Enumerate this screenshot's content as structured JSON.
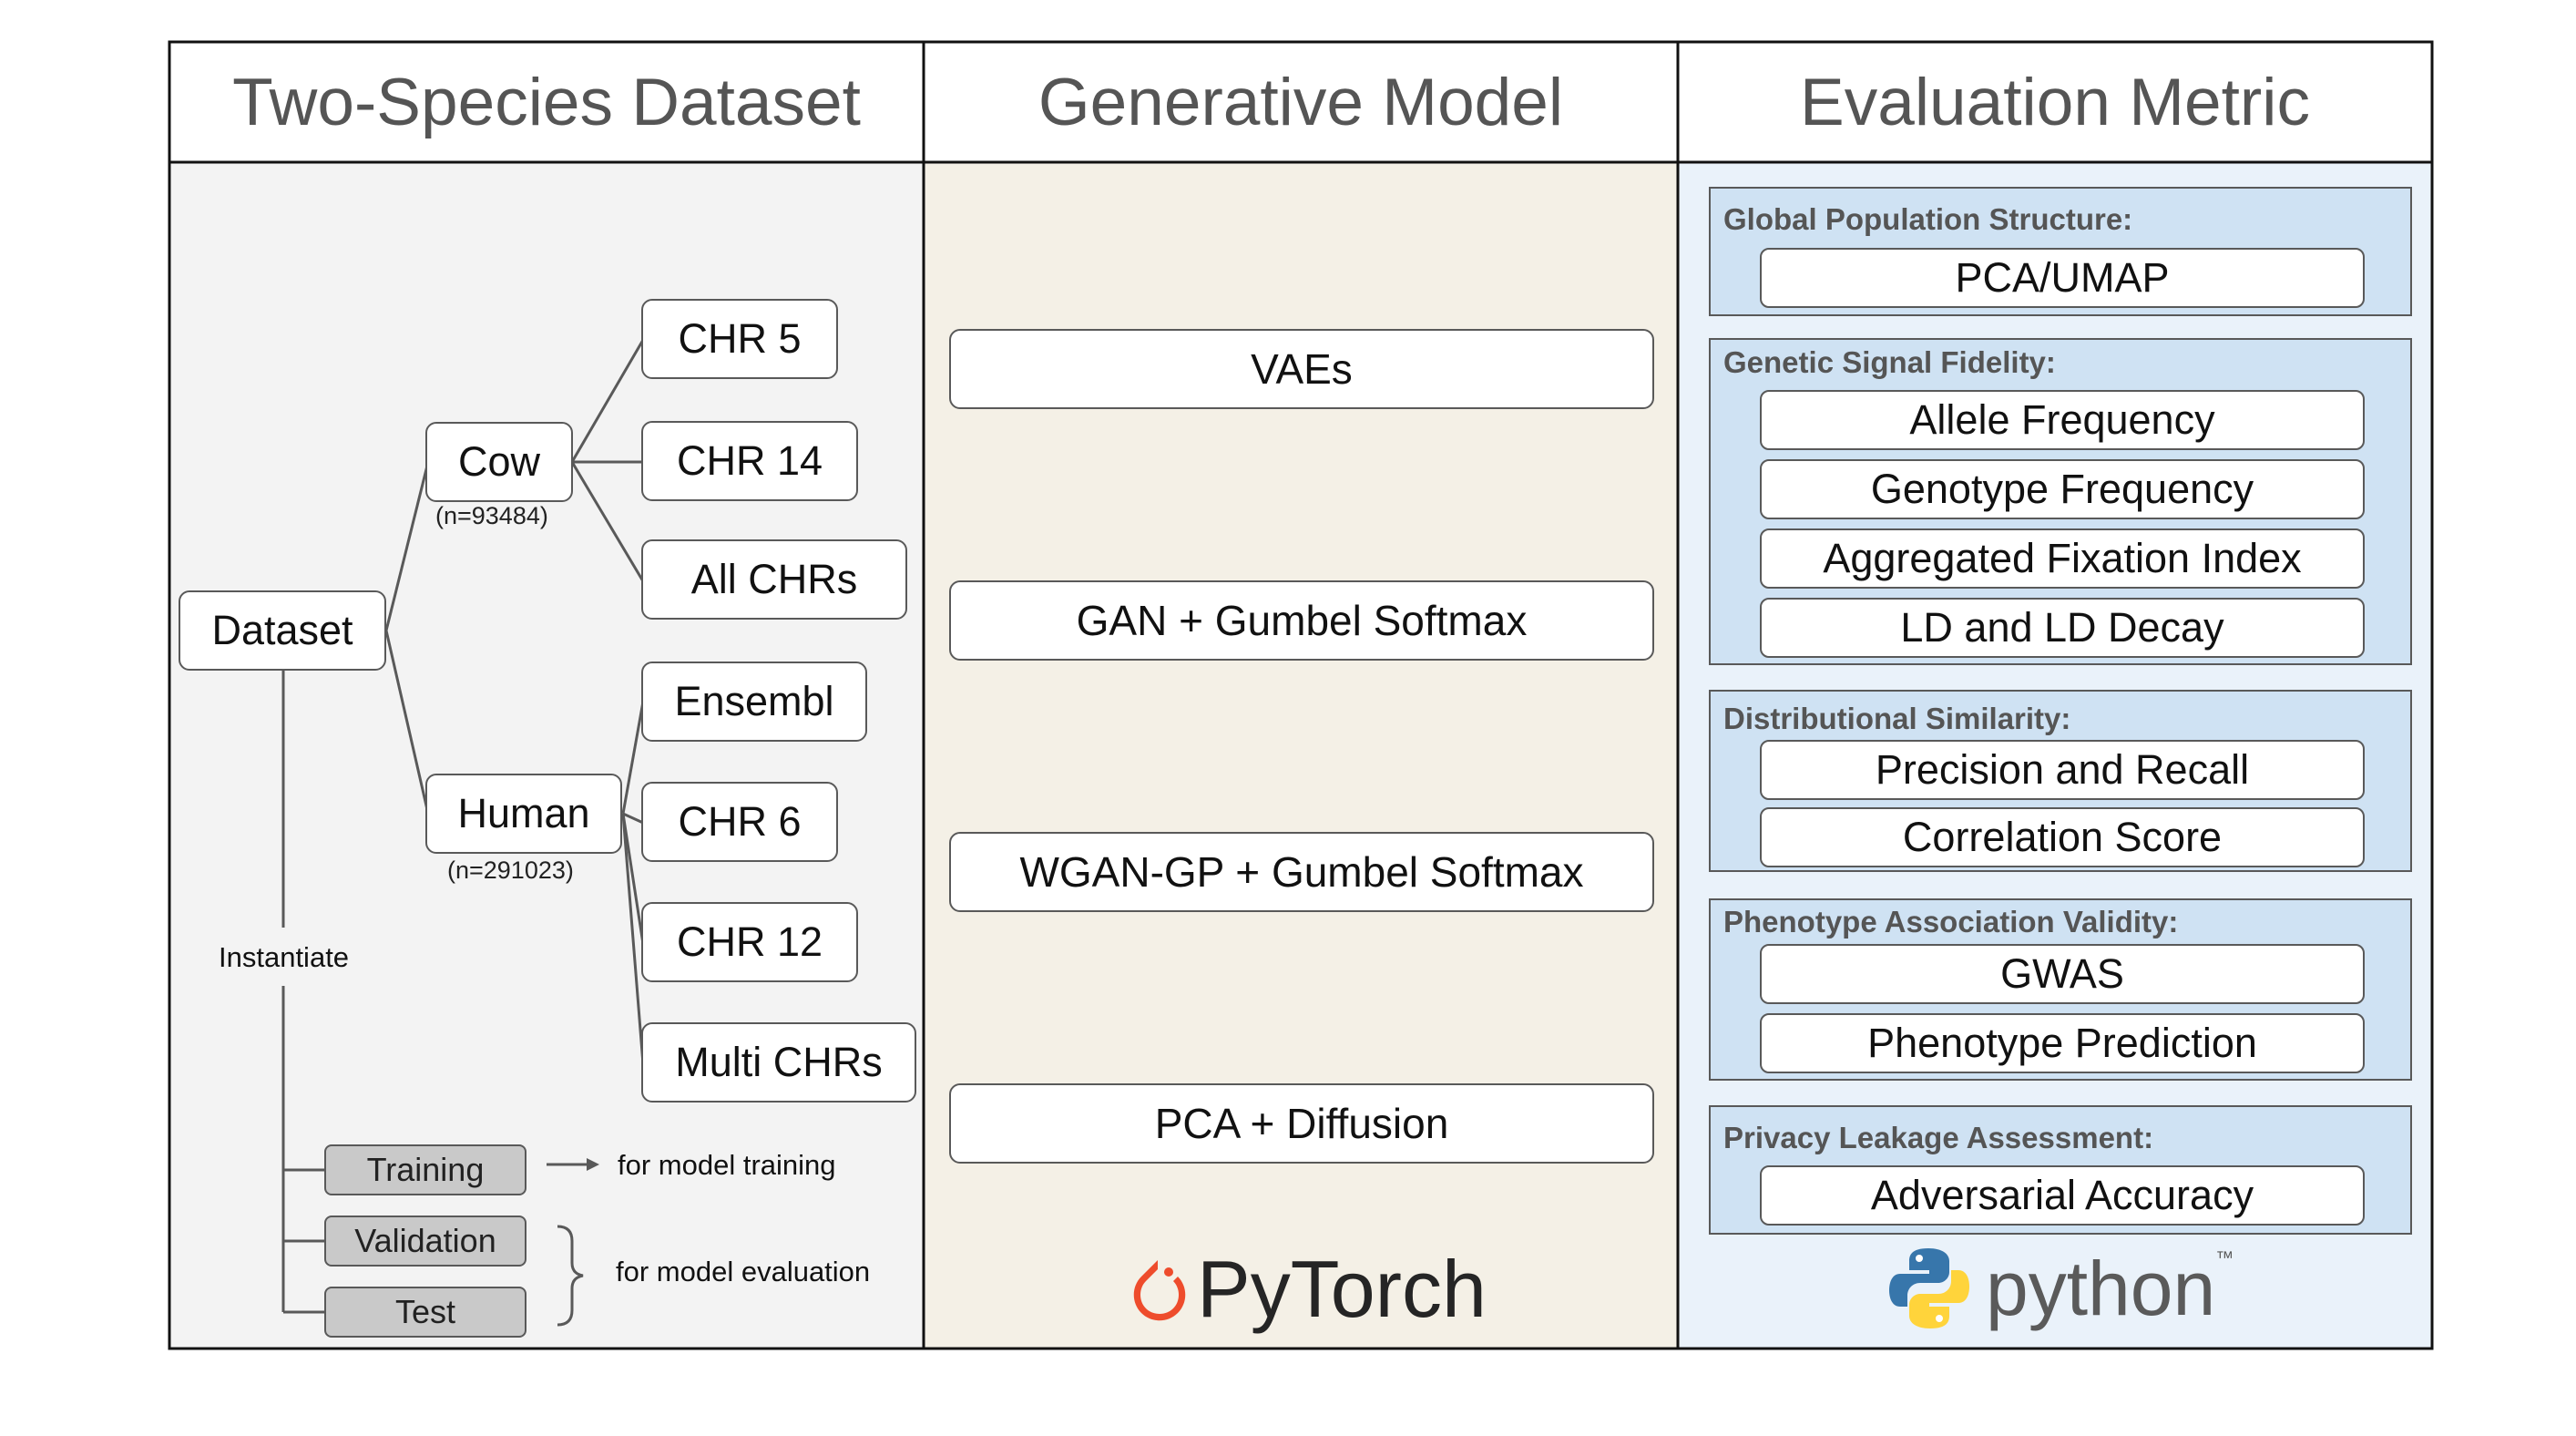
{
  "headers": {
    "dataset": "Two-Species Dataset",
    "model": "Generative Model",
    "metric": "Evaluation Metric"
  },
  "dataset_tree": {
    "root": "Dataset",
    "cow": {
      "label": "Cow",
      "count": "(n=93484)",
      "children": [
        "CHR 5",
        "CHR 14",
        "All CHRs"
      ]
    },
    "human": {
      "label": "Human",
      "count": "(n=291023)",
      "children": [
        "Ensembl",
        "CHR 6",
        "CHR 12",
        "Multi CHRs"
      ]
    },
    "instantiate": "Instantiate",
    "splits": [
      "Training",
      "Validation",
      "Test"
    ],
    "training_note": "for model training",
    "evaluation_note": "for model evaluation"
  },
  "models": [
    "VAEs",
    "GAN + Gumbel Softmax",
    "WGAN-GP + Gumbel Softmax",
    "PCA + Diffusion"
  ],
  "model_logo": {
    "text": "PyTorch",
    "color": "#ee4c2c",
    "icon": "pytorch-flame-icon"
  },
  "metric_groups": [
    {
      "title": "Global Population Structure:",
      "items": [
        "PCA/UMAP"
      ]
    },
    {
      "title": "Genetic Signal Fidelity:",
      "items": [
        "Allele Frequency",
        "Genotype Frequency",
        "Aggregated Fixation Index",
        "LD and LD Decay"
      ]
    },
    {
      "title": "Distributional Similarity:",
      "items": [
        "Precision and Recall",
        "Correlation Score"
      ]
    },
    {
      "title": "Phenotype Association Validity:",
      "items": [
        "GWAS",
        "Phenotype Prediction"
      ]
    },
    {
      "title": "Privacy Leakage Assessment:",
      "items": [
        "Adversarial Accuracy"
      ]
    }
  ],
  "metric_logo": {
    "text": "python",
    "tm": "™",
    "icon": "python-snakes-icon"
  },
  "colors": {
    "dataset_panel": "#f3f3f3",
    "model_panel": "#f4f0e6",
    "metric_panel": "#eaf2fa",
    "metric_group": "#cfe2f3",
    "split_box": "#c9c9c9",
    "python_blue": "#3776ab",
    "python_yellow": "#ffd43b"
  }
}
